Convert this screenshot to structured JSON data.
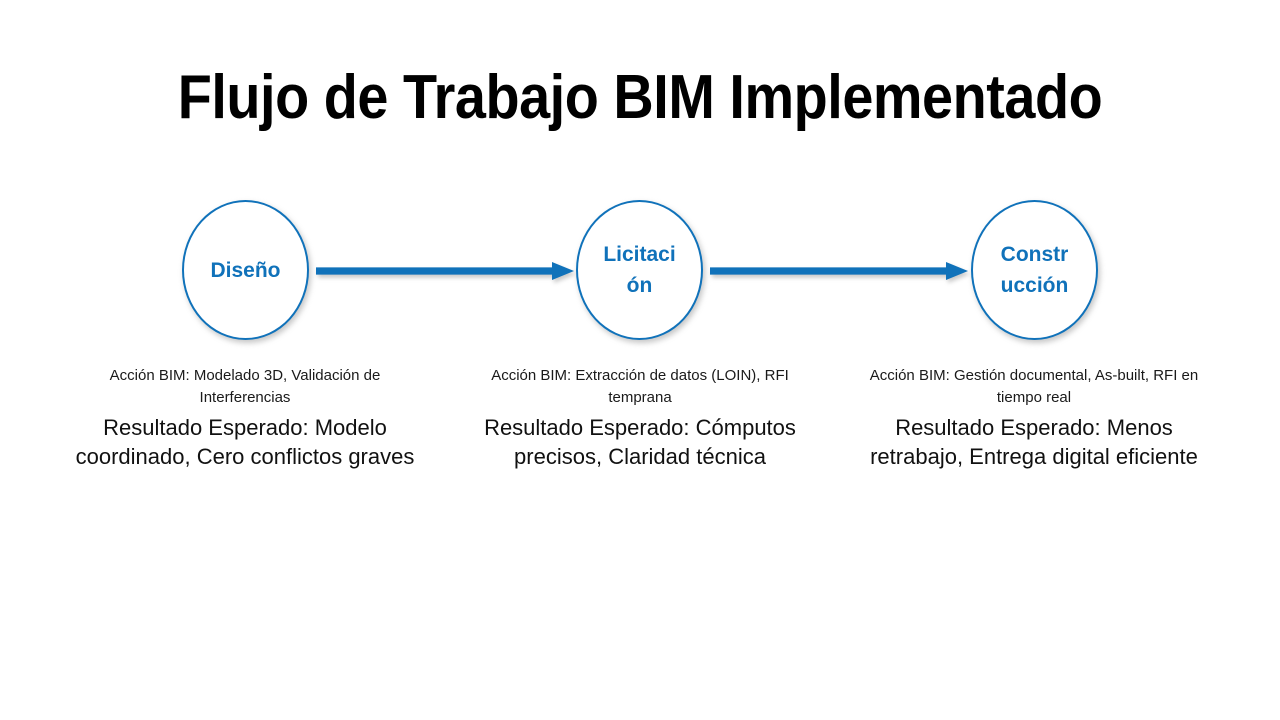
{
  "slide": {
    "title": "Flujo de Trabajo BIM Implementado",
    "background_color": "#ffffff",
    "accent_color": "#1072BA",
    "text_color": "#111111"
  },
  "flow": {
    "nodes": [
      {
        "id": "diseno",
        "label": "Diseño"
      },
      {
        "id": "licitacion",
        "label": "Licitación"
      },
      {
        "id": "construccion",
        "label": "Construcción"
      }
    ],
    "connectors": [
      {
        "id": "arrow-1",
        "from": "diseno",
        "to": "licitacion",
        "direction": "right"
      },
      {
        "id": "arrow-2",
        "from": "licitacion",
        "to": "construccion",
        "direction": "right"
      }
    ]
  },
  "captions": [
    {
      "action": "Acción BIM: Modelado 3D, Validación de Interferencias",
      "result": "Resultado Esperado: Modelo coordinado, Cero conflictos graves"
    },
    {
      "action": "Acción BIM: Extracción de datos (LOIN), RFI temprana",
      "result": "Resultado Esperado: Cómputos precisos, Claridad técnica"
    },
    {
      "action": "Acción BIM: Gestión documental, As-built, RFI en tiempo real",
      "result": "Resultado Esperado: Menos retrabajo, Entrega digital eficiente"
    }
  ]
}
